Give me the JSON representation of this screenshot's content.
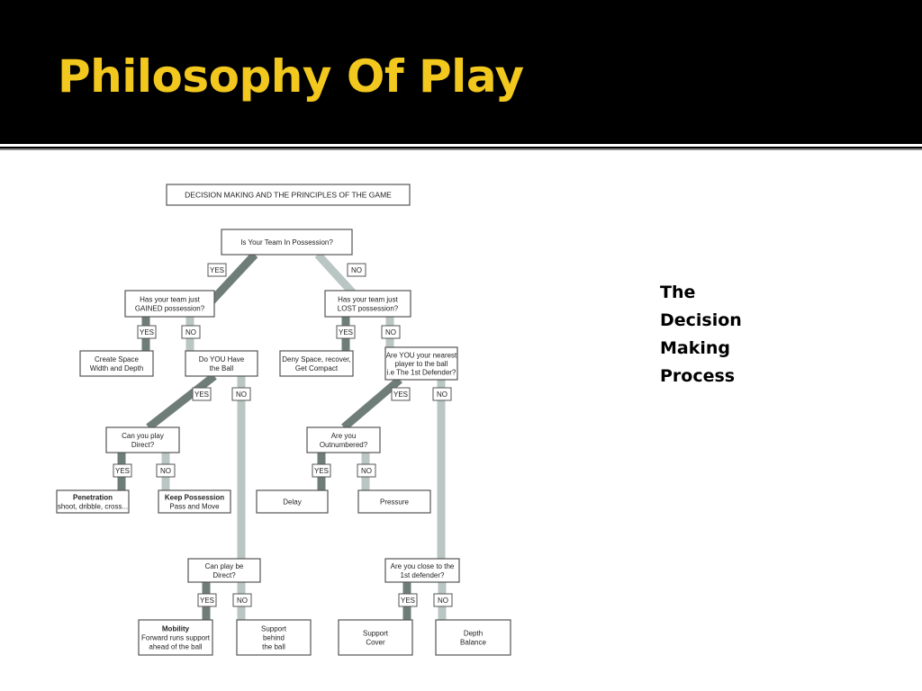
{
  "slide": {
    "title": "Philosophy Of Play",
    "caption_lines": [
      "The",
      "Decision",
      "Making",
      "Process"
    ]
  },
  "flowchart": {
    "heading": "DECISION MAKING AND THE PRINCIPLES OF THE GAME",
    "yes": "YES",
    "no": "NO",
    "q_possession": "Is Your Team In Possession?",
    "q_gained": [
      "Has your team just",
      "GAINED possession?"
    ],
    "q_lost": [
      "Has your team just",
      "LOST possession?"
    ],
    "a_create_space": [
      "Create Space",
      "Width and Depth"
    ],
    "q_have_ball": [
      "Do YOU Have",
      "the Ball"
    ],
    "a_deny_space": [
      "Deny Space, recover,",
      "Get Compact"
    ],
    "q_nearest": [
      "Are YOU your nearest",
      "player to the ball",
      "i.e The 1st Defender?"
    ],
    "q_play_direct": [
      "Can you play",
      "Direct?"
    ],
    "q_outnumbered": [
      "Are you",
      "Outnumbered?"
    ],
    "a_penetration": [
      "Penetration",
      "shoot, dribble, cross..."
    ],
    "a_keep_possession": [
      "Keep Possession",
      "Pass and Move"
    ],
    "a_delay": "Delay",
    "a_pressure": "Pressure",
    "q_can_play_direct": [
      "Can play be",
      "Direct?"
    ],
    "q_close_defender": [
      "Are you close to the",
      "1st defender?"
    ],
    "a_mobility": [
      "Mobility",
      "Forward runs support",
      "ahead of the ball"
    ],
    "a_support_behind": [
      "Support",
      "behind",
      "the ball"
    ],
    "a_support_cover": [
      "Support",
      "Cover"
    ],
    "a_depth_balance": [
      "Depth",
      "Balance"
    ],
    "colors": {
      "yes_path": "#6f7d78",
      "no_path": "#b9c6c3",
      "box_border": "#555555"
    }
  }
}
